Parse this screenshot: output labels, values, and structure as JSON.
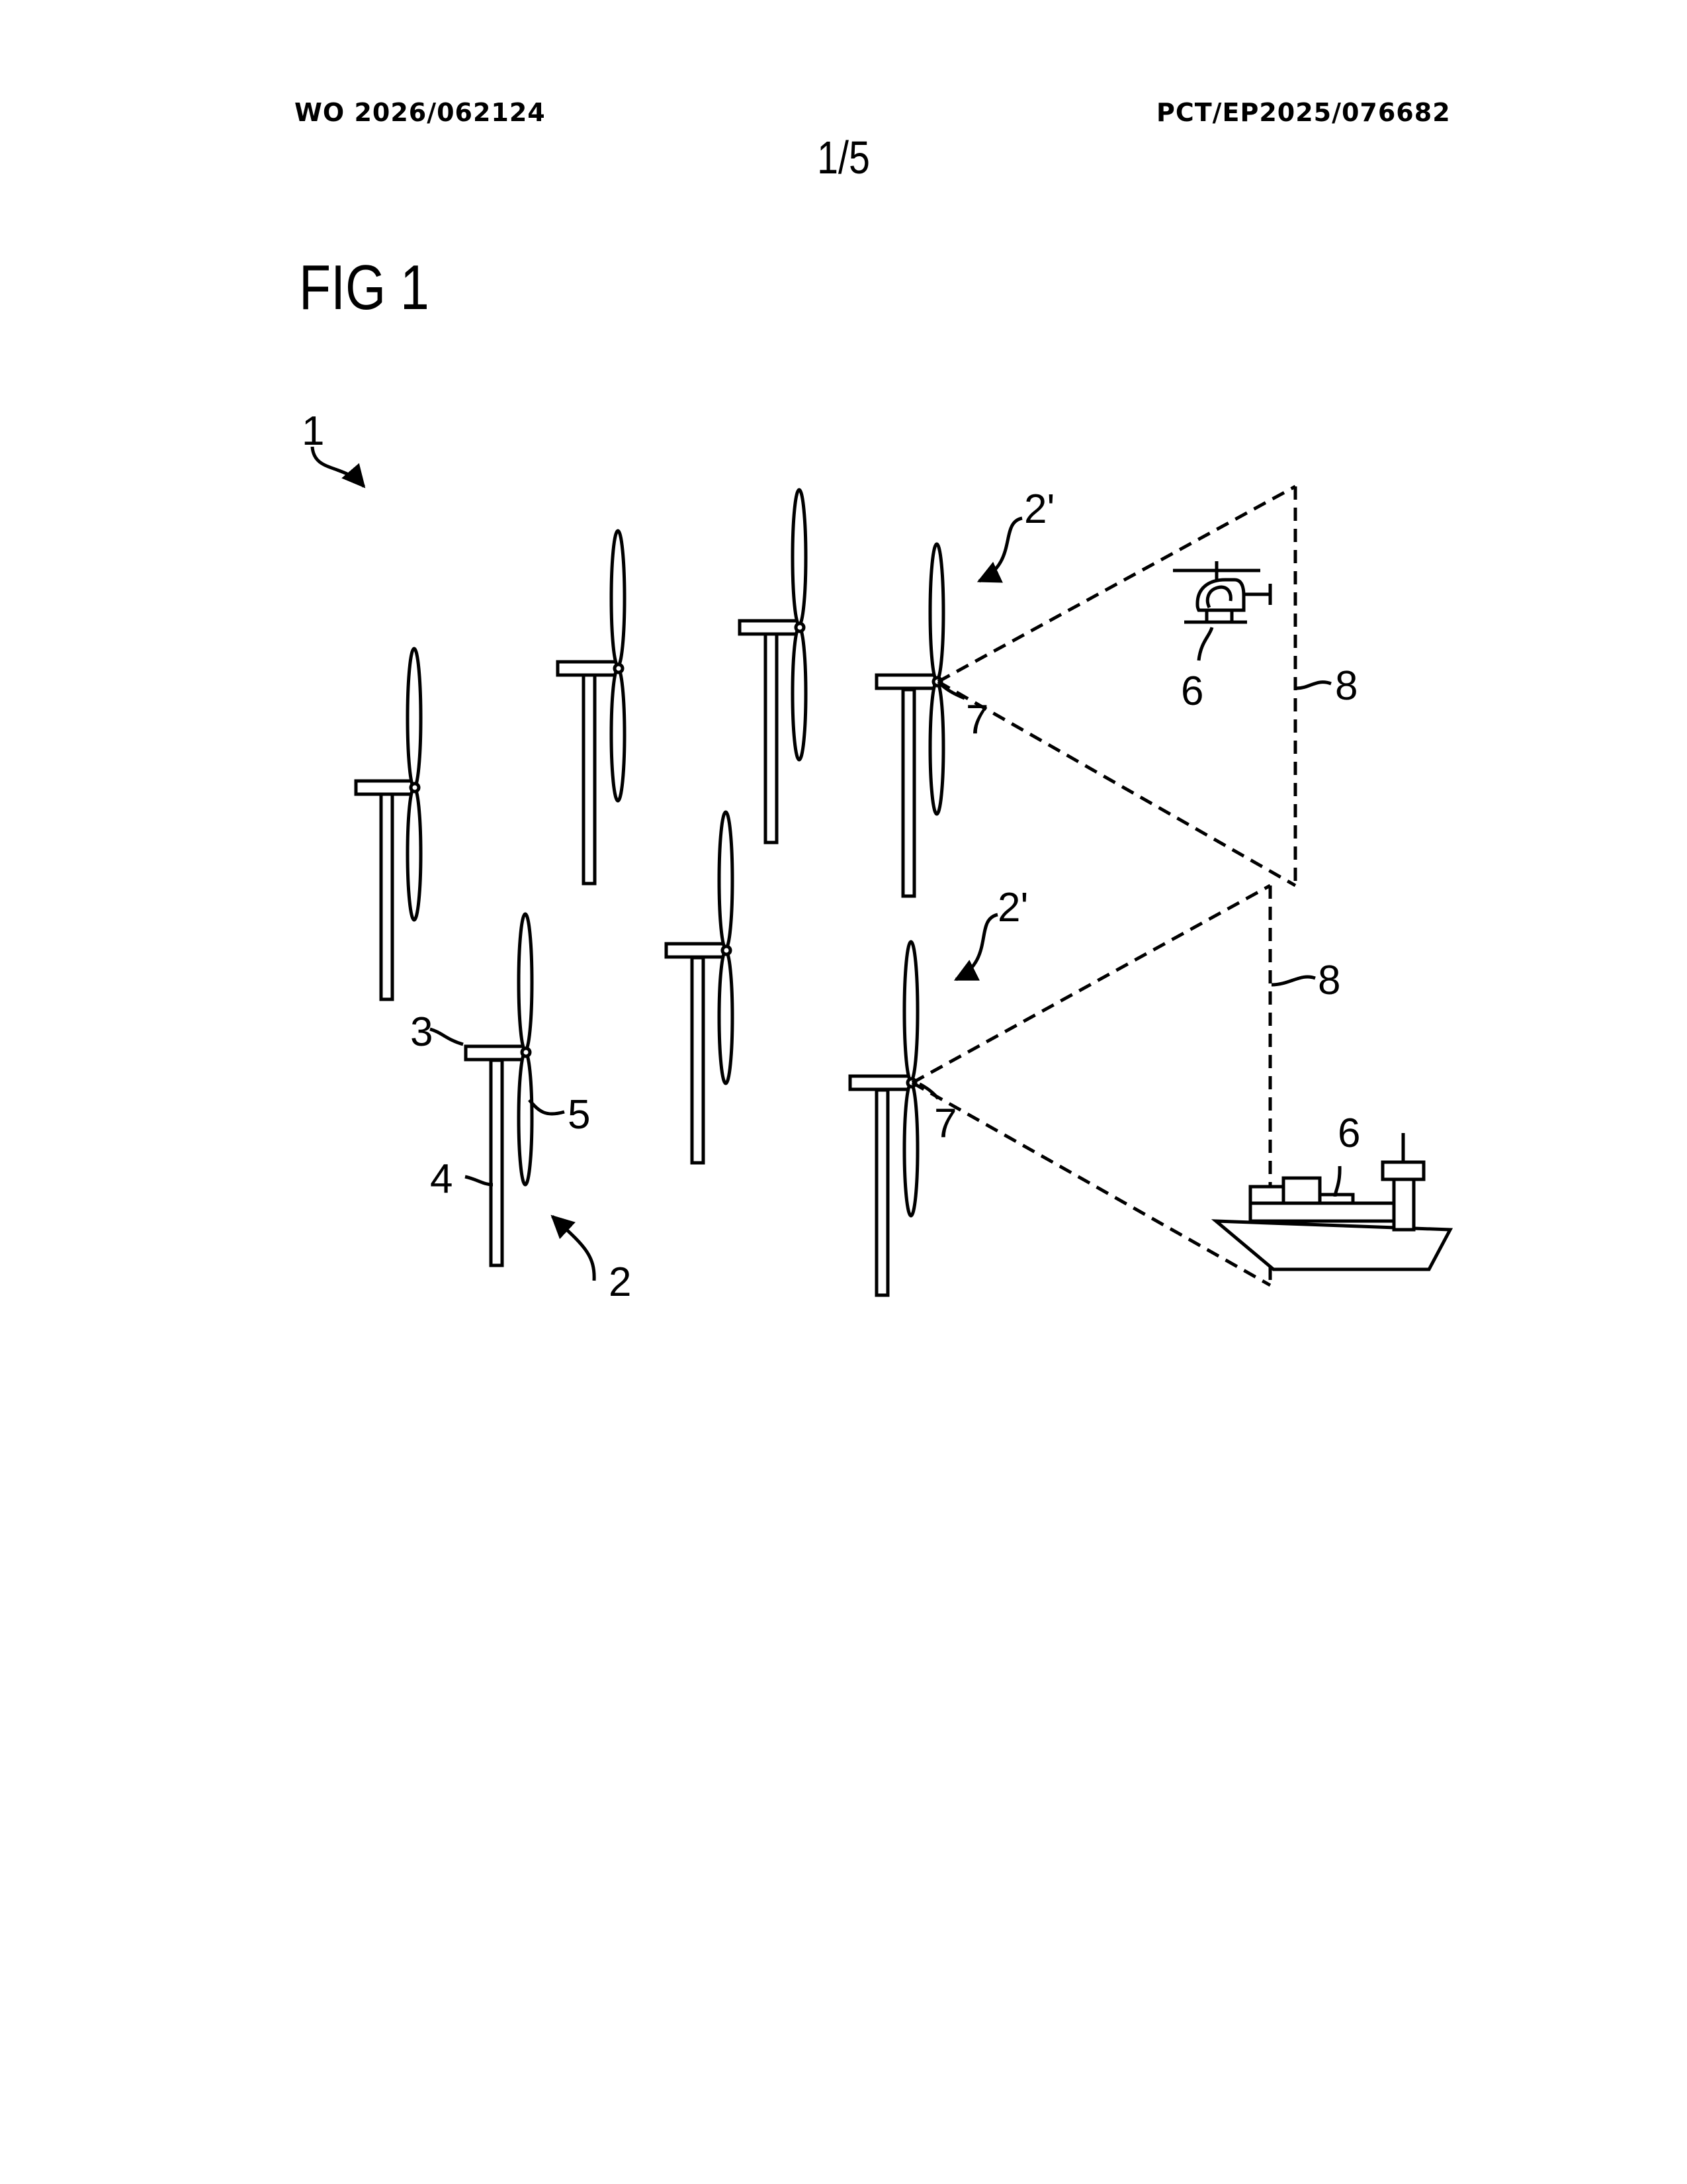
{
  "header": {
    "publication_number": "WO 2026/062124",
    "application_number": "PCT/EP2025/076682",
    "sheet": "1/5"
  },
  "figure": {
    "title": "FIG 1",
    "reference_numerals": {
      "wind_farm": "1",
      "turbine": "2",
      "target_turbine": "2'",
      "nacelle": "3",
      "tower": "4",
      "rotor": "5",
      "vehicle": "6",
      "sensor": "7",
      "field_of_view": "8"
    }
  }
}
